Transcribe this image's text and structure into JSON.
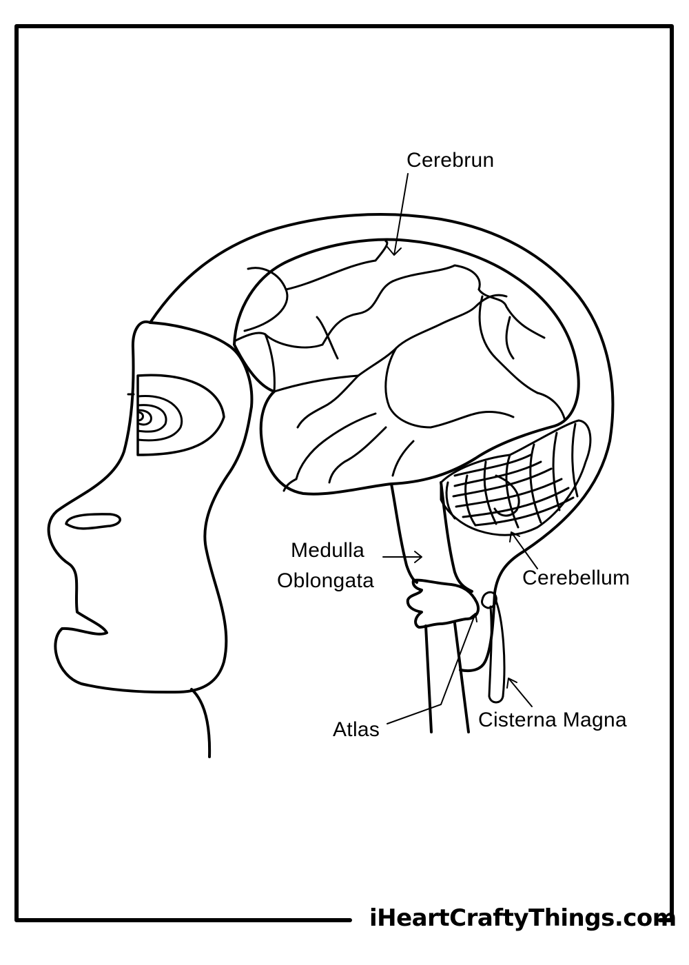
{
  "labels": {
    "cerebrum": "Cerebrun",
    "medulla_line1": "Medulla",
    "medulla_line2": "Oblongata",
    "cerebellum": "Cerebellum",
    "atlas": "Atlas",
    "cisterna_magna": "Cisterna Magna"
  },
  "footer": {
    "brand": "iHeartCraftyThings.com"
  },
  "colors": {
    "ink": "#000000",
    "paper": "#ffffff"
  }
}
